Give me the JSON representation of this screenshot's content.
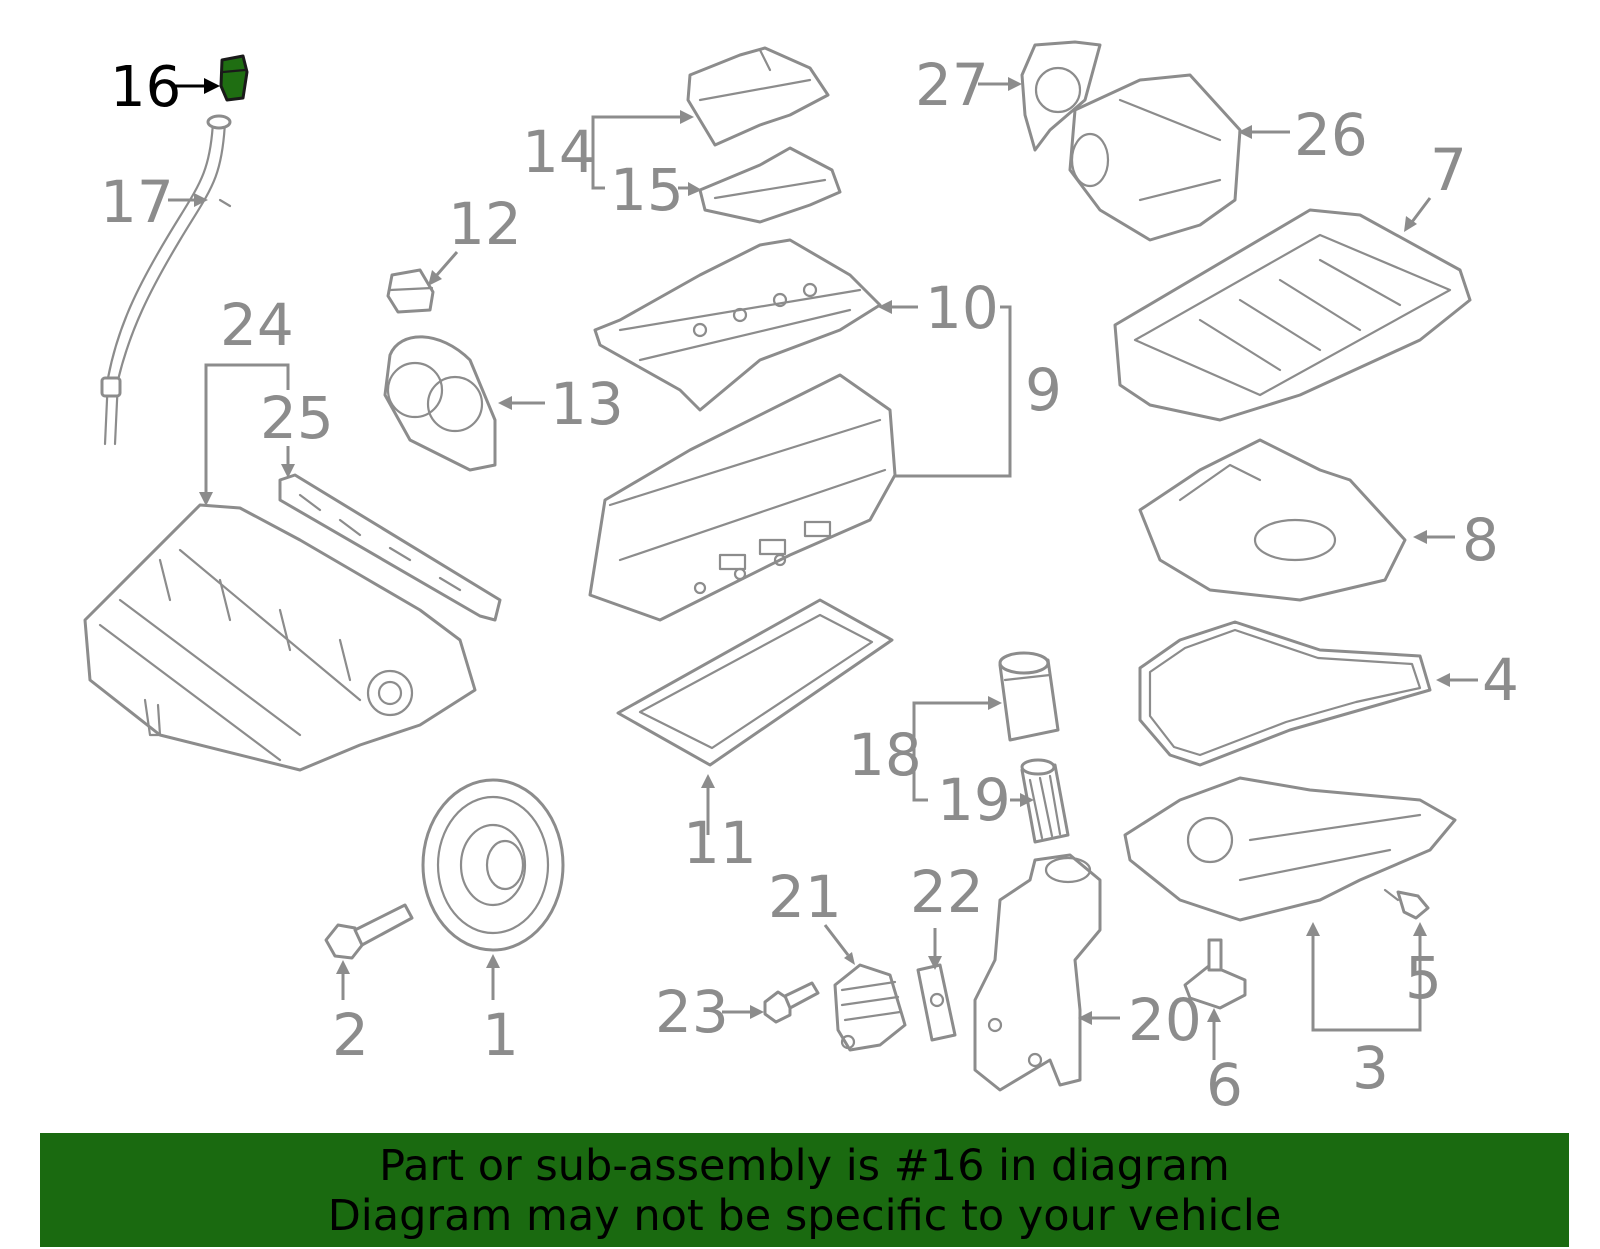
{
  "highlight": {
    "part_number": "16",
    "color": "#1f6e12"
  },
  "callouts": [
    "1",
    "2",
    "3",
    "4",
    "5",
    "6",
    "7",
    "8",
    "9",
    "10",
    "11",
    "12",
    "13",
    "14",
    "15",
    "16",
    "17",
    "18",
    "19",
    "20",
    "21",
    "22",
    "23",
    "24",
    "25",
    "26",
    "27"
  ],
  "banner": {
    "line1": "Part or sub-assembly is #16 in diagram",
    "line2": "Diagram may not be specific to your vehicle",
    "background": "#1a6a10"
  }
}
